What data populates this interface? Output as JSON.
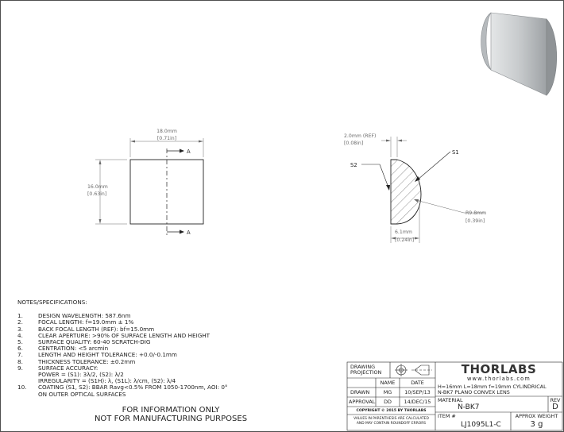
{
  "front_view": {
    "width_mm": "18.0mm",
    "width_in": "[0.71in]",
    "height_mm": "16.0mm",
    "height_in": "[0.63in]",
    "section_top": "A",
    "section_bottom": "A"
  },
  "section_view": {
    "s1": "S1",
    "s2": "S2",
    "edge_mm": "2.0mm (REF)",
    "edge_in": "[0.08in]",
    "radius_mm": "R9.8mm",
    "radius_in": "[0.39in]",
    "thickness_mm": "6.1mm",
    "thickness_in": "[0.24in]"
  },
  "notes": {
    "title": "NOTES/SPECIFICATIONS:",
    "items": [
      {
        "num": "1.",
        "text": "DESIGN WAVELENGTH: 587.6nm"
      },
      {
        "num": "2.",
        "text": "FOCAL LENGTH: f=19.0mm ± 1%"
      },
      {
        "num": "3.",
        "text": "BACK FOCAL LENGTH (REF): bf=15.0mm"
      },
      {
        "num": "4.",
        "text": "CLEAR APERTURE: >90% OF SURFACE LENGTH AND HEIGHT"
      },
      {
        "num": "5.",
        "text": "SURFACE QUALITY: 60-40 SCRATCH-DIG"
      },
      {
        "num": "6.",
        "text": "CENTRATION: <5 arcmin"
      },
      {
        "num": "7.",
        "text": "LENGTH AND HEIGHT TOLERANCE: +0.0/-0.1mm"
      },
      {
        "num": "8.",
        "text": "THICKNESS TOLERANCE: ±0.2mm"
      },
      {
        "num": "9.",
        "text": "SURFACE ACCURACY:",
        "sub": [
          "POWER = (S1): 3λ/2, (S2): λ/2",
          "IRREGULARITY = (S1H): λ, (S1L): λ/cm, (S2): λ/4"
        ]
      },
      {
        "num": "10.",
        "text": "COATING (S1, S2): BBAR Ravg<0.5% FROM 1050-1700nm, AOI: 0°",
        "sub": [
          "ON OUTER OPTICAL SURFACES"
        ]
      }
    ]
  },
  "footer": {
    "line1": "FOR INFORMATION ONLY",
    "line2": "NOT FOR MANUFACTURING PURPOSES"
  },
  "title_block": {
    "projection_l1": "DRAWING",
    "projection_l2": "PROJECTION",
    "col_name": "NAME",
    "col_date": "DATE",
    "drawn_label": "DRAWN",
    "drawn_name": "MG",
    "drawn_date": "10/SEP/13",
    "approval_label": "APPROVAL",
    "approval_name": "DD",
    "approval_date": "14/DEC/15",
    "copyright": "COPYRIGHT © 2015 BY THORLABS",
    "values_l1": "VALUES IN PARENTHESIS ARE CALCULATED",
    "values_l2": "AND MAY CONTAIN ROUNDOFF ERRORS",
    "logo": "THORLABS",
    "website": "www.thorlabs.com",
    "description_l1": "H=16mm L=18mm f=19mm CYLINDRICAL",
    "description_l2": "N-BK7 PLANO CONVEX LENS",
    "material_label": "MATERIAL",
    "material": "N-BK7",
    "rev_label": "REV",
    "rev": "D",
    "item_label": "ITEM #",
    "item": "LJ1095L1-C",
    "weight_label": "APPROX WEIGHT",
    "weight": "3 g"
  },
  "colors": {
    "line": "#222222",
    "dimension": "#6a6a6a",
    "lens_render": "#c8cbcd"
  }
}
